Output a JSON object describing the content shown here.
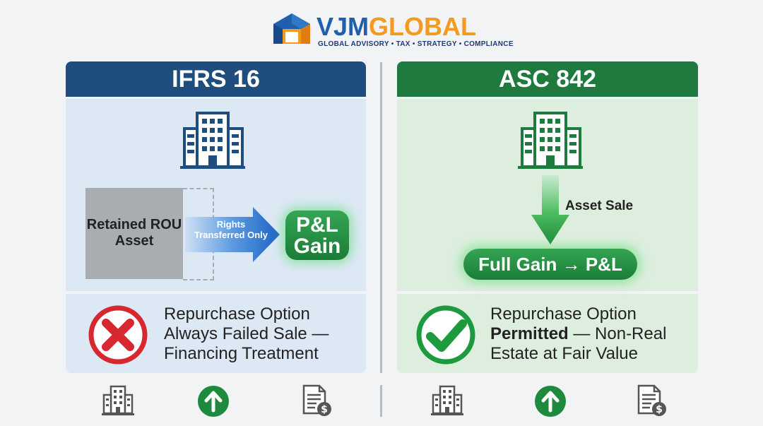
{
  "brand": {
    "name_part1": "VJM",
    "name_part2": "GLOBAL",
    "tagline": "GLOBAL ADVISORY • TAX • STRATEGY • COMPLIANCE",
    "colors": {
      "blue": "#1f5fae",
      "orange": "#f39a1f",
      "navy": "#1f3a78"
    }
  },
  "left": {
    "title": "IFRS 16",
    "icon": "office-building-icon",
    "retained_label": "Retained ROU Asset",
    "arrow_label": "Rights Transferred Only",
    "result": "P&L Gain",
    "note": "Repurchase Option Always Failed Sale — Financing Treatment",
    "status_icon": "x-circle-icon",
    "colors": {
      "header": "#1f4d7d",
      "panel": "#dde8f5",
      "status": "#d6282e"
    }
  },
  "right": {
    "title": "ASC 842",
    "icon": "office-building-icon",
    "arrow_label": "Asset Sale",
    "result": "Full Gain → P&L",
    "note_line1": "Repurchase Option",
    "note_bold": "Permitted",
    "note_rest": " — Non-Real",
    "note_line3": "Estate at Fair Value",
    "status_icon": "check-circle-icon",
    "colors": {
      "header": "#1e7a3e",
      "panel": "#ddeedf",
      "status": "#1e9a3e"
    }
  },
  "footer_icons": [
    "building-icon",
    "up-arrow-circle-icon",
    "document-dollar-icon",
    "building-icon",
    "up-arrow-circle-icon",
    "document-dollar-icon"
  ]
}
